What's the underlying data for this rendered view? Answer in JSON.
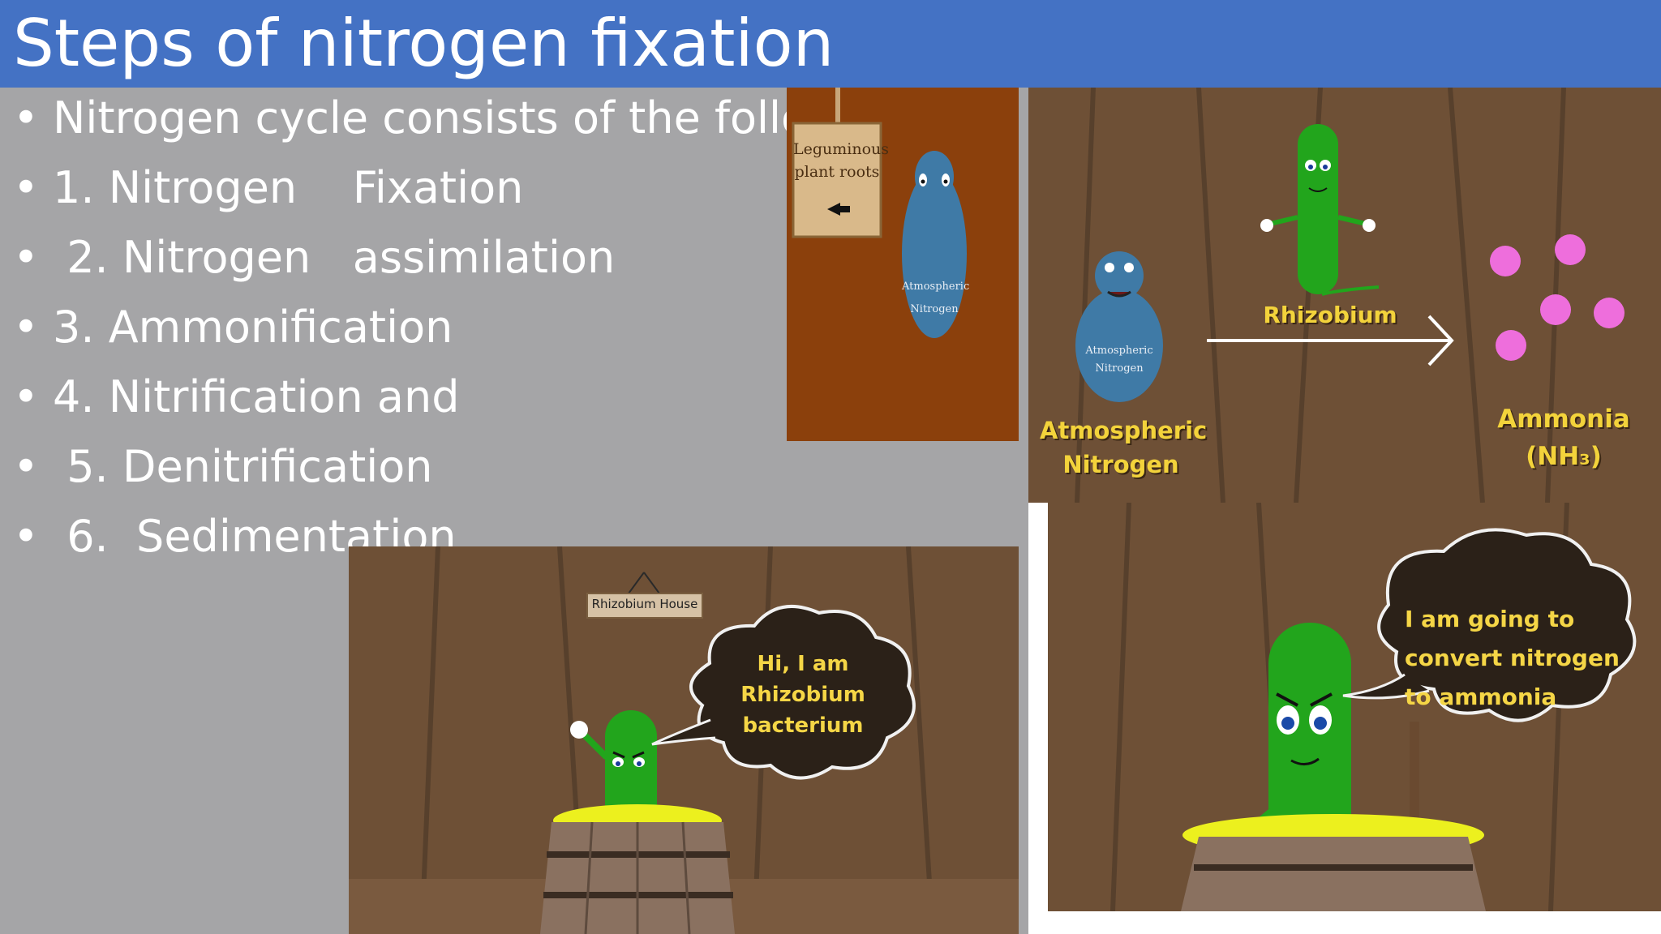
{
  "slide": {
    "title": "Steps of nitrogen fixation",
    "bullets": [
      "Nitrogen cycle consists of the followin",
      "1. Nitrogen    Fixation",
      " 2. Nitrogen   assimilation",
      "3. Ammonification",
      "4. Nitrification and",
      " 5. Denitrification",
      " 6.  Sedimentation"
    ]
  },
  "panel_top_left": {
    "sign_line1": "Leguminous",
    "sign_line2": "plant roots",
    "char_line1": "Atmospheric",
    "char_line2": "Nitrogen"
  },
  "panel_top_right": {
    "char_line1": "Atmospheric",
    "char_line2": "Nitrogen",
    "left_label_line1": "Atmospheric",
    "left_label_line2": "Nitrogen",
    "arrow_label": "Rhizobium",
    "right_label_line1": "Ammonia",
    "right_label_line2": "(NH₃)"
  },
  "panel_bottom_left": {
    "sign": "Rhizobium House",
    "bubble_line1": "Hi, I am",
    "bubble_line2": "Rhizobium",
    "bubble_line3": "bacterium"
  },
  "panel_bottom_right": {
    "bubble_line1": "I am going to",
    "bubble_line2": "convert nitrogen",
    "bubble_line3": "to ammonia"
  }
}
